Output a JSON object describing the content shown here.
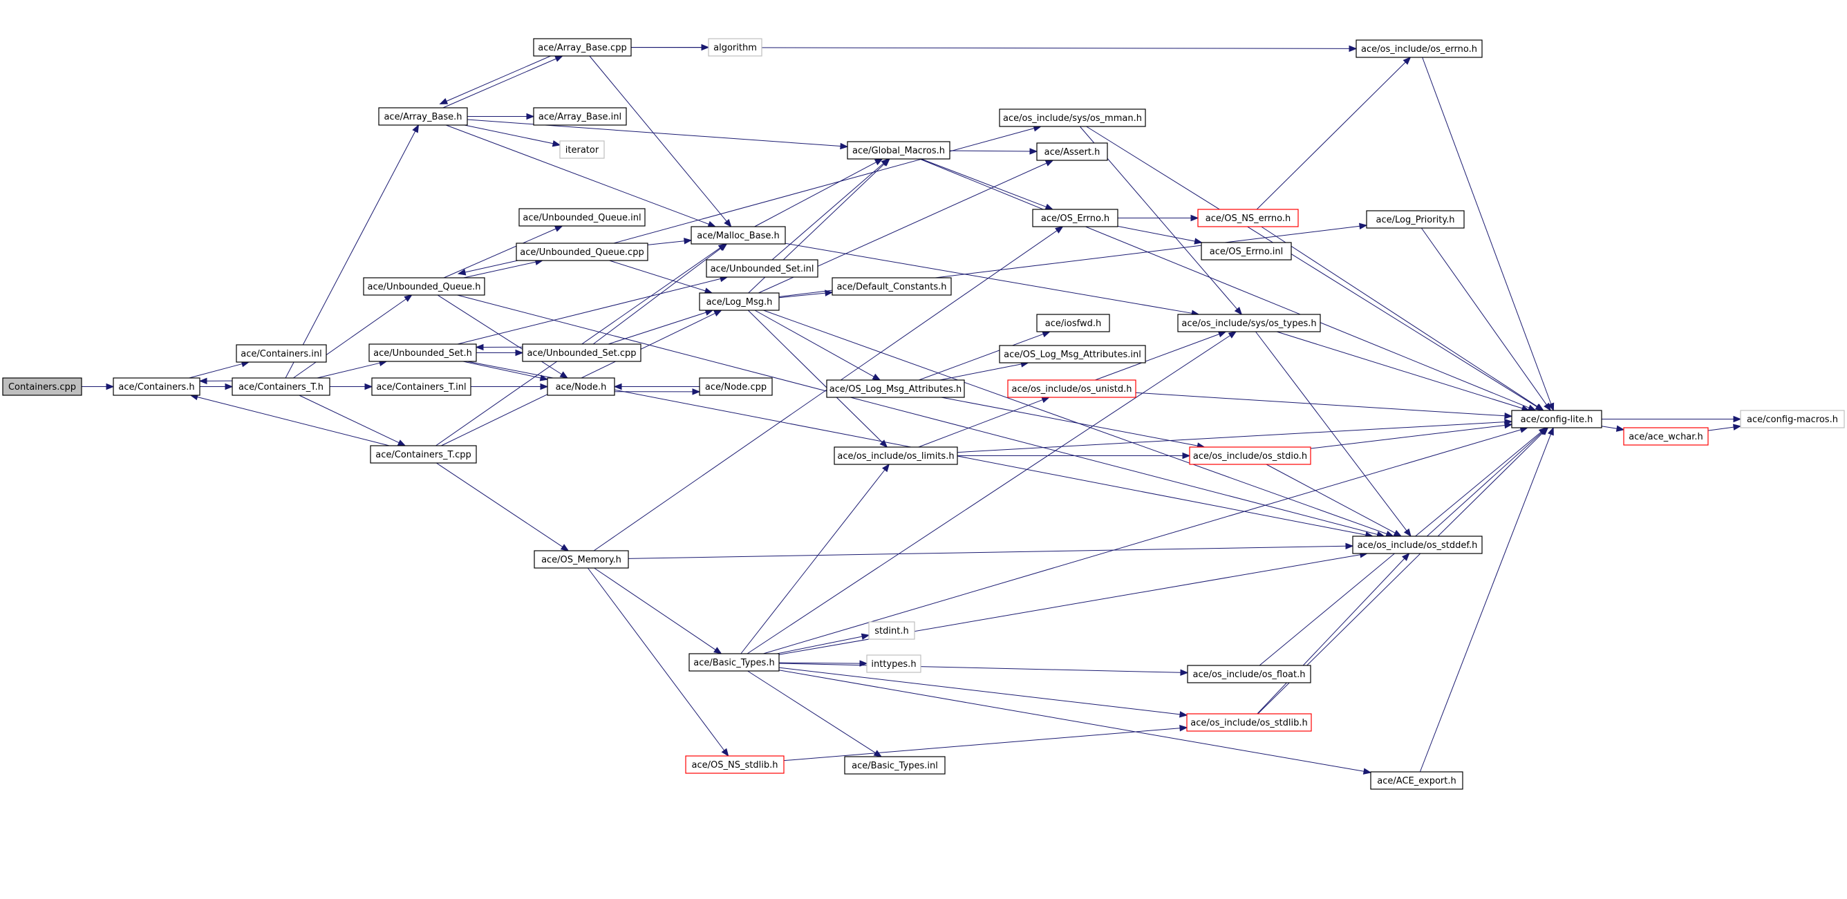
{
  "colors": {
    "edge": "#191970",
    "node_border": "#000000",
    "node_fill": "#ffffff",
    "root_fill": "#bfbfbf",
    "truncated_border": "#ff0000",
    "system_border": "#bfbfbf"
  },
  "nodes": [
    {
      "id": "containers_cpp",
      "label": "Containers.cpp",
      "style": "root"
    },
    {
      "id": "containers_h",
      "label": "ace/Containers.h",
      "style": "normal"
    },
    {
      "id": "containers_inl",
      "label": "ace/Containers.inl",
      "style": "normal"
    },
    {
      "id": "containers_t_h",
      "label": "ace/Containers_T.h",
      "style": "normal"
    },
    {
      "id": "containers_t_inl",
      "label": "ace/Containers_T.inl",
      "style": "normal"
    },
    {
      "id": "containers_t_cpp",
      "label": "ace/Containers_T.cpp",
      "style": "normal"
    },
    {
      "id": "array_base_h",
      "label": "ace/Array_Base.h",
      "style": "normal"
    },
    {
      "id": "array_base_cpp",
      "label": "ace/Array_Base.cpp",
      "style": "normal"
    },
    {
      "id": "algorithm",
      "label": "algorithm",
      "style": "system"
    },
    {
      "id": "array_base_inl",
      "label": "ace/Array_Base.inl",
      "style": "normal"
    },
    {
      "id": "iterator",
      "label": "iterator",
      "style": "system"
    },
    {
      "id": "unbounded_queue_inl",
      "label": "ace/Unbounded_Queue.inl",
      "style": "normal"
    },
    {
      "id": "unbounded_queue_cpp",
      "label": "ace/Unbounded_Queue.cpp",
      "style": "normal"
    },
    {
      "id": "unbounded_queue_h",
      "label": "ace/Unbounded_Queue.h",
      "style": "normal"
    },
    {
      "id": "unbounded_set_h",
      "label": "ace/Unbounded_Set.h",
      "style": "normal"
    },
    {
      "id": "unbounded_set_cpp",
      "label": "ace/Unbounded_Set.cpp",
      "style": "normal"
    },
    {
      "id": "unbounded_set_inl",
      "label": "ace/Unbounded_Set.inl",
      "style": "normal"
    },
    {
      "id": "node_h",
      "label": "ace/Node.h",
      "style": "normal"
    },
    {
      "id": "node_cpp",
      "label": "ace/Node.cpp",
      "style": "normal"
    },
    {
      "id": "malloc_base_h",
      "label": "ace/Malloc_Base.h",
      "style": "normal"
    },
    {
      "id": "log_msg_h",
      "label": "ace/Log_Msg.h",
      "style": "normal"
    },
    {
      "id": "default_constants_h",
      "label": "ace/Default_Constants.h",
      "style": "normal"
    },
    {
      "id": "global_macros_h",
      "label": "ace/Global_Macros.h",
      "style": "normal"
    },
    {
      "id": "assert_h",
      "label": "ace/Assert.h",
      "style": "normal"
    },
    {
      "id": "os_errno_h",
      "label": "ace/OS_Errno.h",
      "style": "normal"
    },
    {
      "id": "os_ns_errno_h",
      "label": "ace/OS_NS_errno.h",
      "style": "truncated"
    },
    {
      "id": "os_errno_inl",
      "label": "ace/OS_Errno.inl",
      "style": "normal"
    },
    {
      "id": "log_priority_h",
      "label": "ace/Log_Priority.h",
      "style": "normal"
    },
    {
      "id": "os_include_os_errno_h",
      "label": "ace/os_include/os_errno.h",
      "style": "normal"
    },
    {
      "id": "os_mman_h",
      "label": "ace/os_include/sys/os_mman.h",
      "style": "normal"
    },
    {
      "id": "os_types_h",
      "label": "ace/os_include/sys/os_types.h",
      "style": "normal"
    },
    {
      "id": "iosfwd_h",
      "label": "ace/iosfwd.h",
      "style": "normal"
    },
    {
      "id": "os_log_msg_attr_inl",
      "label": "ace/OS_Log_Msg_Attributes.inl",
      "style": "normal"
    },
    {
      "id": "os_log_msg_attr_h",
      "label": "ace/OS_Log_Msg_Attributes.h",
      "style": "normal"
    },
    {
      "id": "os_unistd_h",
      "label": "ace/os_include/os_unistd.h",
      "style": "truncated"
    },
    {
      "id": "os_limits_h",
      "label": "ace/os_include/os_limits.h",
      "style": "normal"
    },
    {
      "id": "os_stdio_h",
      "label": "ace/os_include/os_stdio.h",
      "style": "truncated"
    },
    {
      "id": "config_lite_h",
      "label": "ace/config-lite.h",
      "style": "normal"
    },
    {
      "id": "ace_wchar_h",
      "label": "ace/ace_wchar.h",
      "style": "truncated"
    },
    {
      "id": "config_macros_h",
      "label": "ace/config-macros.h",
      "style": "system"
    },
    {
      "id": "os_stddef_h",
      "label": "ace/os_include/os_stddef.h",
      "style": "normal"
    },
    {
      "id": "os_memory_h",
      "label": "ace/OS_Memory.h",
      "style": "normal"
    },
    {
      "id": "stdint_h",
      "label": "stdint.h",
      "style": "system"
    },
    {
      "id": "inttypes_h",
      "label": "inttypes.h",
      "style": "system"
    },
    {
      "id": "basic_types_h",
      "label": "ace/Basic_Types.h",
      "style": "normal"
    },
    {
      "id": "os_float_h",
      "label": "ace/os_include/os_float.h",
      "style": "normal"
    },
    {
      "id": "os_stdlib_h",
      "label": "ace/os_include/os_stdlib.h",
      "style": "truncated"
    },
    {
      "id": "basic_types_inl",
      "label": "ace/Basic_Types.inl",
      "style": "normal"
    },
    {
      "id": "os_ns_stdlib_h",
      "label": "ace/OS_NS_stdlib.h",
      "style": "truncated"
    },
    {
      "id": "ace_export_h",
      "label": "ace/ACE_export.h",
      "style": "normal"
    }
  ],
  "edges": [
    [
      "containers_cpp",
      "containers_h"
    ],
    [
      "containers_h",
      "containers_inl"
    ],
    [
      "containers_h",
      "containers_t_h"
    ],
    [
      "containers_t_h",
      "containers_h"
    ],
    [
      "containers_t_h",
      "array_base_h"
    ],
    [
      "containers_t_h",
      "unbounded_queue_h"
    ],
    [
      "containers_t_h",
      "unbounded_set_h"
    ],
    [
      "containers_t_h",
      "containers_t_inl"
    ],
    [
      "containers_t_h",
      "node_h"
    ],
    [
      "containers_t_h",
      "containers_t_cpp"
    ],
    [
      "containers_t_cpp",
      "containers_h"
    ],
    [
      "containers_t_cpp",
      "malloc_base_h"
    ],
    [
      "containers_t_cpp",
      "log_msg_h"
    ],
    [
      "containers_t_cpp",
      "os_memory_h"
    ],
    [
      "array_base_h",
      "array_base_cpp"
    ],
    [
      "array_base_cpp",
      "array_base_h"
    ],
    [
      "array_base_cpp",
      "algorithm"
    ],
    [
      "array_base_cpp",
      "os_include_os_errno_h"
    ],
    [
      "array_base_cpp",
      "malloc_base_h"
    ],
    [
      "array_base_h",
      "array_base_inl"
    ],
    [
      "array_base_h",
      "iterator"
    ],
    [
      "array_base_h",
      "global_macros_h"
    ],
    [
      "array_base_h",
      "malloc_base_h"
    ],
    [
      "unbounded_queue_h",
      "unbounded_queue_inl"
    ],
    [
      "unbounded_queue_h",
      "unbounded_queue_cpp"
    ],
    [
      "unbounded_queue_cpp",
      "unbounded_queue_h"
    ],
    [
      "unbounded_queue_cpp",
      "malloc_base_h"
    ],
    [
      "unbounded_queue_cpp",
      "log_msg_h"
    ],
    [
      "unbounded_queue_cpp",
      "os_mman_h"
    ],
    [
      "unbounded_queue_h",
      "node_h"
    ],
    [
      "unbounded_queue_h",
      "os_stddef_h"
    ],
    [
      "unbounded_set_h",
      "unbounded_set_cpp"
    ],
    [
      "unbounded_set_cpp",
      "unbounded_set_h"
    ],
    [
      "unbounded_set_cpp",
      "malloc_base_h"
    ],
    [
      "unbounded_set_cpp",
      "log_msg_h"
    ],
    [
      "unbounded_set_h",
      "unbounded_set_inl"
    ],
    [
      "unbounded_set_h",
      "node_h"
    ],
    [
      "unbounded_set_h",
      "os_stddef_h"
    ],
    [
      "node_cpp",
      "node_h"
    ],
    [
      "node_h",
      "node_cpp"
    ],
    [
      "malloc_base_h",
      "os_types_h"
    ],
    [
      "malloc_base_h",
      "global_macros_h"
    ],
    [
      "unbounded_set_inl",
      "global_macros_h"
    ],
    [
      "log_msg_h",
      "default_constants_h"
    ],
    [
      "log_msg_h",
      "global_macros_h"
    ],
    [
      "log_msg_h",
      "assert_h"
    ],
    [
      "log_msg_h",
      "log_priority_h"
    ],
    [
      "log_msg_h",
      "os_log_msg_attr_h"
    ],
    [
      "log_msg_h",
      "os_limits_h"
    ],
    [
      "log_msg_h",
      "os_stddef_h"
    ],
    [
      "global_macros_h",
      "assert_h"
    ],
    [
      "global_macros_h",
      "os_errno_h"
    ],
    [
      "global_macros_h",
      "config_lite_h"
    ],
    [
      "os_errno_h",
      "os_ns_errno_h"
    ],
    [
      "os_errno_h",
      "os_errno_inl"
    ],
    [
      "os_ns_errno_h",
      "os_include_os_errno_h"
    ],
    [
      "os_ns_errno_h",
      "config_lite_h"
    ],
    [
      "os_include_os_errno_h",
      "config_lite_h"
    ],
    [
      "os_mman_h",
      "config_lite_h"
    ],
    [
      "os_mman_h",
      "os_types_h"
    ],
    [
      "log_priority_h",
      "config_lite_h"
    ],
    [
      "os_types_h",
      "config_lite_h"
    ],
    [
      "os_types_h",
      "os_stddef_h"
    ],
    [
      "os_log_msg_attr_h",
      "iosfwd_h"
    ],
    [
      "os_log_msg_attr_h",
      "os_log_msg_attr_inl"
    ],
    [
      "os_log_msg_attr_h",
      "os_stdio_h"
    ],
    [
      "os_unistd_h",
      "os_types_h"
    ],
    [
      "os_unistd_h",
      "config_lite_h"
    ],
    [
      "os_limits_h",
      "os_unistd_h"
    ],
    [
      "os_limits_h",
      "os_stdio_h"
    ],
    [
      "os_limits_h",
      "config_lite_h"
    ],
    [
      "os_stdio_h",
      "config_lite_h"
    ],
    [
      "os_stdio_h",
      "os_stddef_h"
    ],
    [
      "config_lite_h",
      "config_macros_h"
    ],
    [
      "config_lite_h",
      "ace_wchar_h"
    ],
    [
      "ace_wchar_h",
      "config_macros_h"
    ],
    [
      "os_stddef_h",
      "config_lite_h"
    ],
    [
      "os_memory_h",
      "os_errno_h"
    ],
    [
      "os_memory_h",
      "basic_types_h"
    ],
    [
      "os_memory_h",
      "os_stddef_h"
    ],
    [
      "os_memory_h",
      "os_ns_stdlib_h"
    ],
    [
      "basic_types_h",
      "stdint_h"
    ],
    [
      "basic_types_h",
      "inttypes_h"
    ],
    [
      "basic_types_h",
      "os_limits_h"
    ],
    [
      "basic_types_h",
      "os_types_h"
    ],
    [
      "basic_types_h",
      "os_stddef_h"
    ],
    [
      "basic_types_h",
      "os_float_h"
    ],
    [
      "basic_types_h",
      "os_stdlib_h"
    ],
    [
      "basic_types_h",
      "basic_types_inl"
    ],
    [
      "basic_types_h",
      "ace_export_h"
    ],
    [
      "basic_types_h",
      "config_lite_h"
    ],
    [
      "os_float_h",
      "config_lite_h"
    ],
    [
      "os_stdlib_h",
      "os_stddef_h"
    ],
    [
      "os_stdlib_h",
      "config_lite_h"
    ],
    [
      "os_ns_stdlib_h",
      "os_stdlib_h"
    ],
    [
      "ace_export_h",
      "config_lite_h"
    ]
  ]
}
